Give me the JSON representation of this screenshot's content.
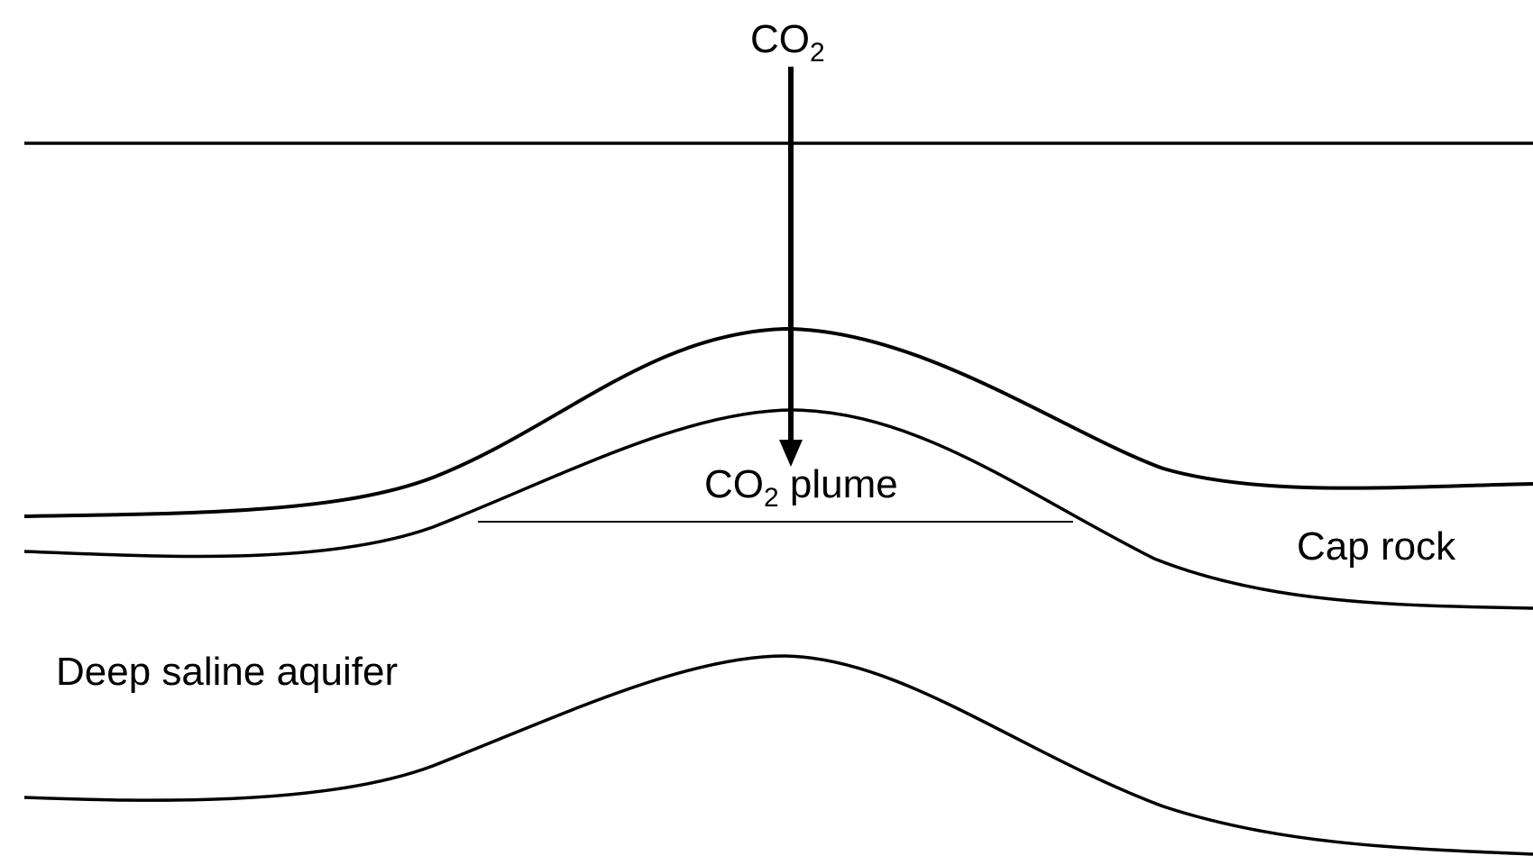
{
  "diagram": {
    "labels": {
      "injection": {
        "main": "CO",
        "subscript": "2"
      },
      "plume": {
        "main": "CO",
        "subscript": "2",
        "suffix": " plume"
      },
      "cap_rock": "Cap rock",
      "aquifer": "Deep saline aquifer"
    },
    "colors": {
      "stroke": "#000000",
      "background": "#ffffff"
    }
  }
}
